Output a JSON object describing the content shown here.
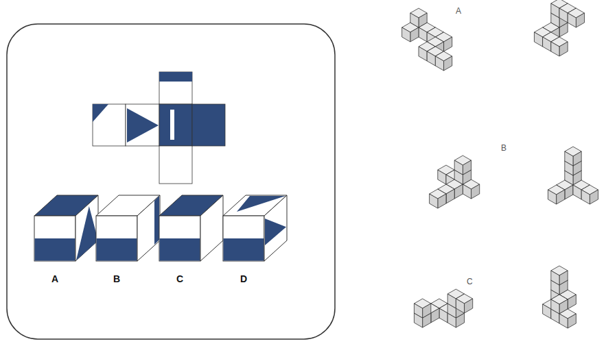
{
  "diagram": {
    "labels": [
      "A",
      "B",
      "C",
      "D",
      "A",
      "B",
      "C"
    ]
  }
}
